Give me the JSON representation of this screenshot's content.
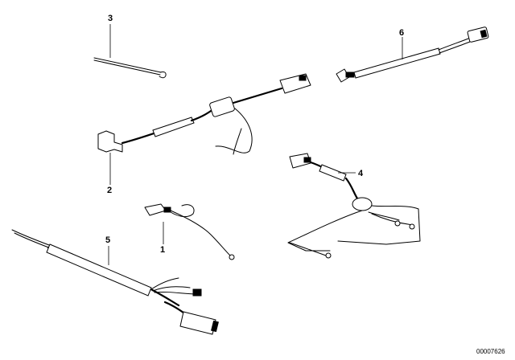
{
  "callouts": {
    "p1": "1",
    "p2": "2",
    "p3": "3",
    "p4": "4",
    "p5": "5",
    "p6": "6"
  },
  "diagram_code": "00007626"
}
